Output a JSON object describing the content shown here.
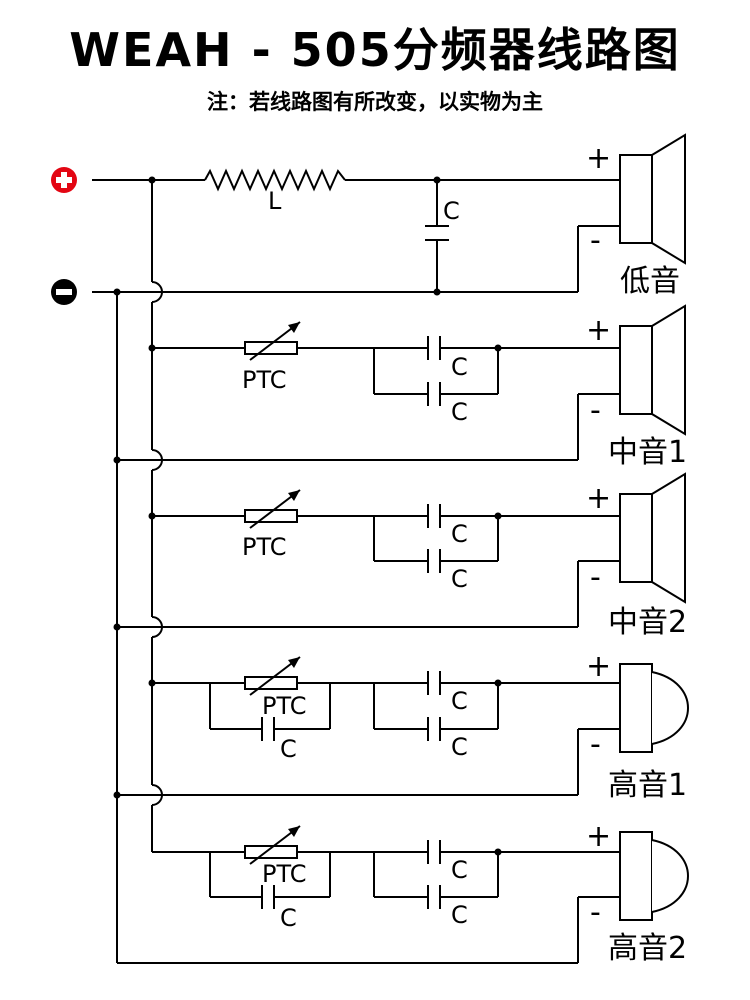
{
  "title": "WEAH - 505分频器线路图",
  "note": "注：若线路图有所改变，以实物为主",
  "labels": {
    "inductor": "L",
    "capacitor": "C",
    "ptc": "PTC",
    "plus": "+",
    "minus": "-"
  },
  "terminals": {
    "positive": {
      "icon": "plus-circle-icon",
      "color": "#e30613"
    },
    "negative": {
      "icon": "minus-circle-icon",
      "color": "#000000"
    }
  },
  "speakers": [
    {
      "name": "低音",
      "type": "cone"
    },
    {
      "name": "中音1",
      "type": "cone"
    },
    {
      "name": "中音2",
      "type": "cone"
    },
    {
      "name": "高音1",
      "type": "dome"
    },
    {
      "name": "高音2",
      "type": "dome"
    }
  ]
}
